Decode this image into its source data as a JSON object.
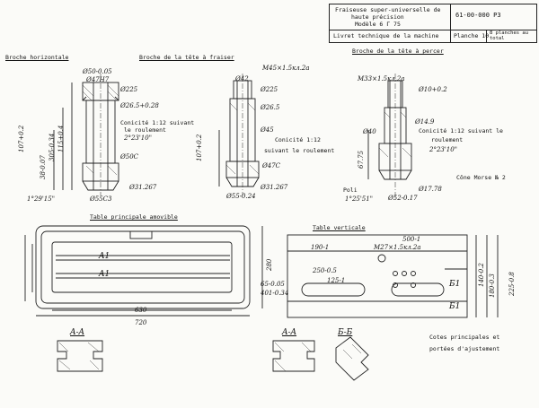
{
  "title_block": {
    "line1": "Fraiseuse super-universelle de",
    "line2": "haute précision",
    "line3": "Modèle 6 Г 75",
    "line4": "Livret technique de la machine",
    "code": "61-00-000 P3",
    "planche": "Planche 10",
    "count": "8 planches au total"
  },
  "sections": {
    "broche_h": "Broche horizontale",
    "broche_f": "Broche de la tête à fraiser",
    "broche_p": "Broche de la tête à percer",
    "table_p": "Table principale amovible",
    "table_v": "Table verticale",
    "sec_aa1": "A-A",
    "sec_aa2": "A-A",
    "sec_bb": "Б-Б",
    "note1": "Cotes principales et",
    "note2": "portées d'ajustement"
  },
  "dims": {
    "d50": "Ø50-0.05",
    "d47": "Ø47H7",
    "d225a": "Ø225",
    "d265a": "Ø26.5+0.28",
    "d50c": "Ø50C",
    "conic1": "Conicité 1:12 suivant",
    "conic1b": "le roulement",
    "ang1": "2°23'10\"",
    "d55": "Ø55C3",
    "d31a": "Ø31.267",
    "ang2": "1°29'15\"",
    "h107": "107+0.2",
    "h38": "38-0.07",
    "h305": "305-0.34",
    "h115": "115+0.4",
    "m45": "M45×1.5кл.2a",
    "d42": "Ø42",
    "d225b": "Ø225",
    "d265b": "Ø26.5",
    "d45": "Ø45",
    "conic2": "Conicité 1:12",
    "conic2b": "suivant le roulement",
    "d47c": "Ø47C",
    "d55b": "Ø55-0.24",
    "d31b": "Ø31.267",
    "h107b": "107+0.2",
    "m33": "M33×1.5кл.2a",
    "d10": "Ø10+0.2",
    "d40": "Ø40",
    "d149": "Ø14.9",
    "conic3": "Conicité 1:12 suivant le",
    "conic3b": "roulement",
    "ang3": "2°23'10\"",
    "morse": "Cône Morse № 2",
    "d52": "Ø52-0.17",
    "d1778": "Ø17.78",
    "poli": "Poli",
    "ang4": "1°25'51\"",
    "h6775": "67.75",
    "w630": "630",
    "w720": "720",
    "h280": "280",
    "a1a": "A1",
    "a1b": "A1",
    "h1901": "190-1",
    "h250": "250-0.5",
    "h125": "125-1",
    "m27": "M27×1.5кл.2a",
    "h500": "500-1",
    "h651": "65-0.05",
    "h401": "401-0.34",
    "b1a": "Б1",
    "b1b": "Б1",
    "h225": "225-0.8",
    "h180": "180-0.3",
    "h140": "140-0.2"
  }
}
